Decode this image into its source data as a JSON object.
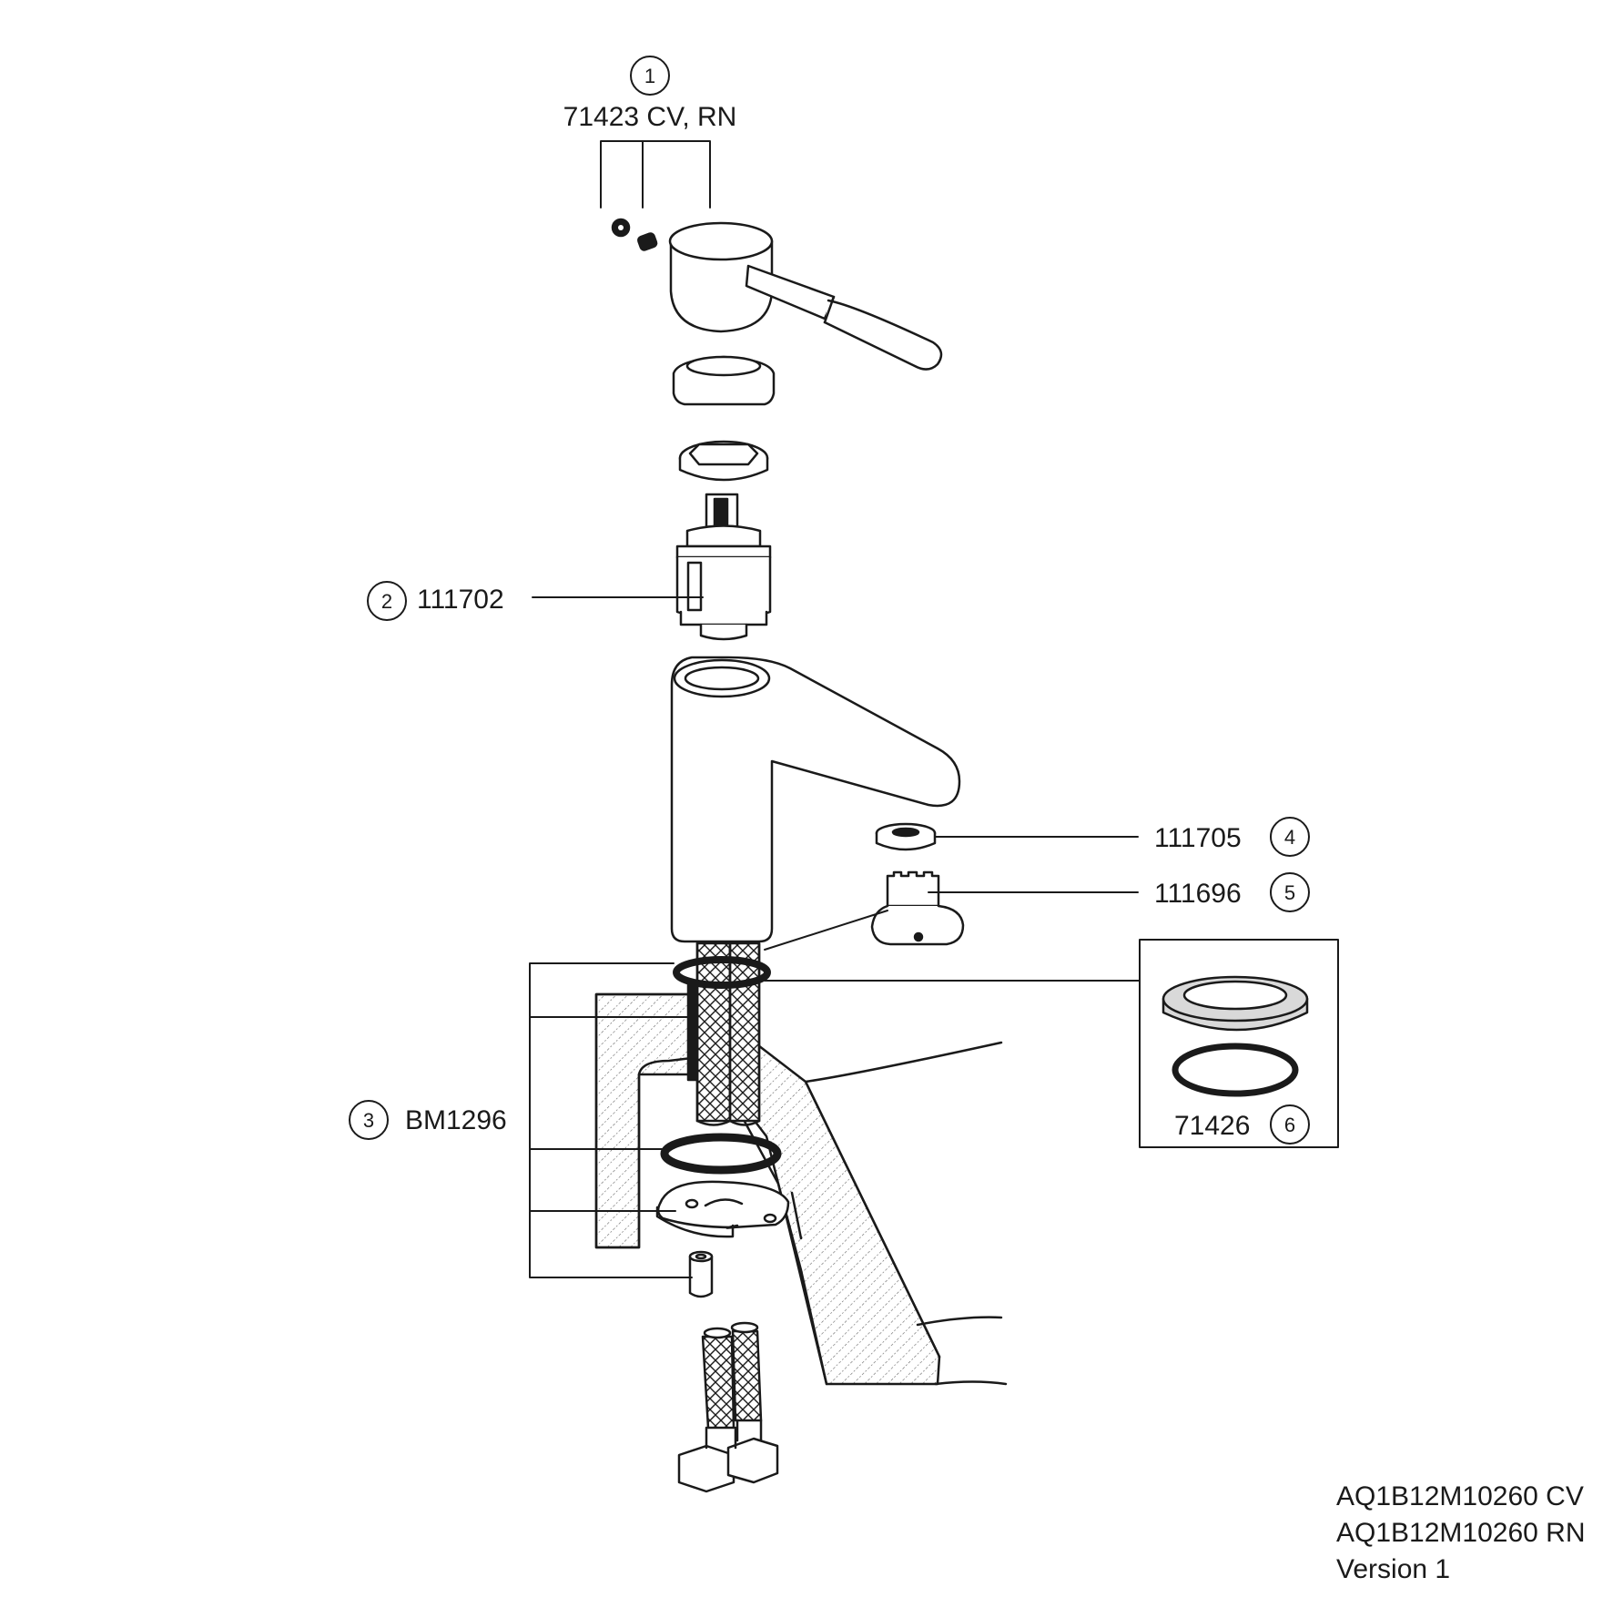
{
  "colors": {
    "line": "#1a1a1a",
    "hatch": "#555555",
    "fill": "#ffffff",
    "grey": "#d9d9d9"
  },
  "callouts": [
    {
      "number": "1",
      "part": "71423 CV, RN"
    },
    {
      "number": "2",
      "part": "111702"
    },
    {
      "number": "3",
      "part": "BM1296"
    },
    {
      "number": "4",
      "part": "111705"
    },
    {
      "number": "5",
      "part": "111696"
    },
    {
      "number": "6",
      "part": "71426"
    }
  ],
  "footer": {
    "line1": "AQ1B12M10260 CV",
    "line2": "AQ1B12M10260 RN",
    "line3": "Version 1"
  }
}
